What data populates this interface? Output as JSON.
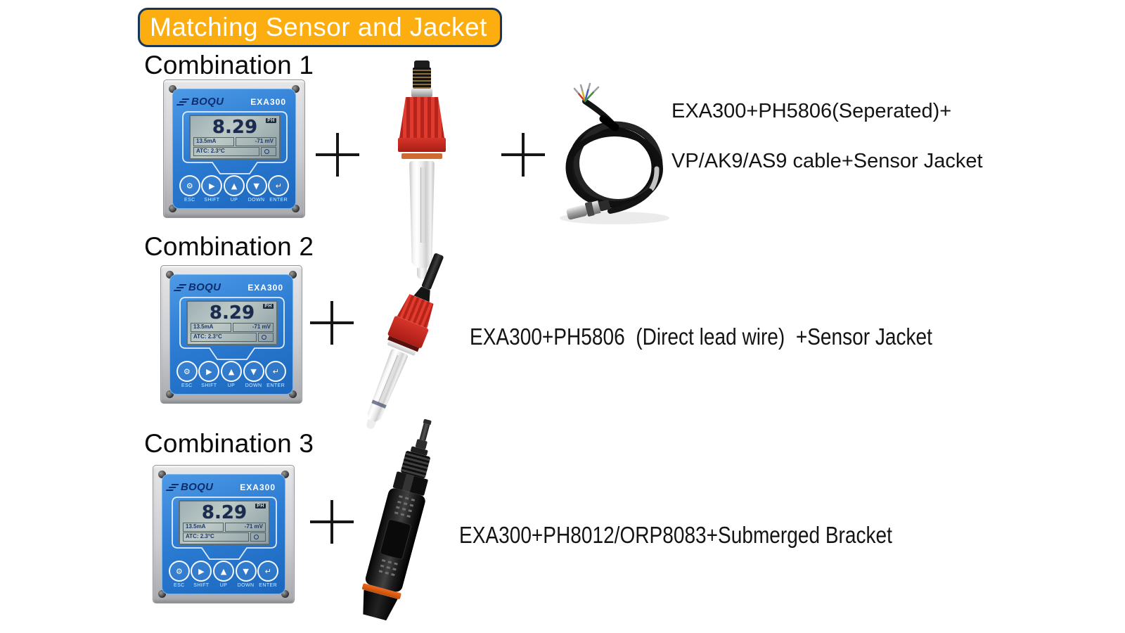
{
  "badge": {
    "label": "Matching Sensor and Jacket"
  },
  "colors": {
    "badge_bg": "#FCAD0F",
    "badge_border": "#17365D",
    "meter_face_blue": "#2C7CD3",
    "sensor_red": "#D6352A",
    "sensor_orange": "#E86A1E"
  },
  "meter": {
    "brand": "BOQU",
    "model": "EXA300",
    "display": {
      "ph_value": "8.29",
      "ph_unit": "PH",
      "current": "13.5mA",
      "mv": "-71 mV",
      "atc": "ATC:  2.3°C"
    },
    "buttons": [
      {
        "label": "ESC",
        "icon": "gear-icon",
        "glyph": "⚙"
      },
      {
        "label": "SHIFT",
        "icon": "play-icon",
        "glyph": "▶"
      },
      {
        "label": "UP",
        "icon": "triangle-up-icon",
        "glyph": "▲"
      },
      {
        "label": "DOWN",
        "icon": "triangle-down-icon",
        "glyph": "▼"
      },
      {
        "label": "ENTER",
        "icon": "enter-arrow-icon",
        "glyph": "↵"
      }
    ]
  },
  "combinations": [
    {
      "title": "Combination 1",
      "description_lines": [
        "EXA300+PH5806(Seperated)+",
        "VP/AK9/AS9 cable+Sensor Jacket"
      ]
    },
    {
      "title": "Combination 2",
      "description_lines": [
        "EXA300+PH5806  (Direct lead wire)  +Sensor Jacket"
      ]
    },
    {
      "title": "Combination 3",
      "description_lines": [
        "EXA300+PH8012/ORP8083+Submerged Bracket"
      ]
    }
  ]
}
